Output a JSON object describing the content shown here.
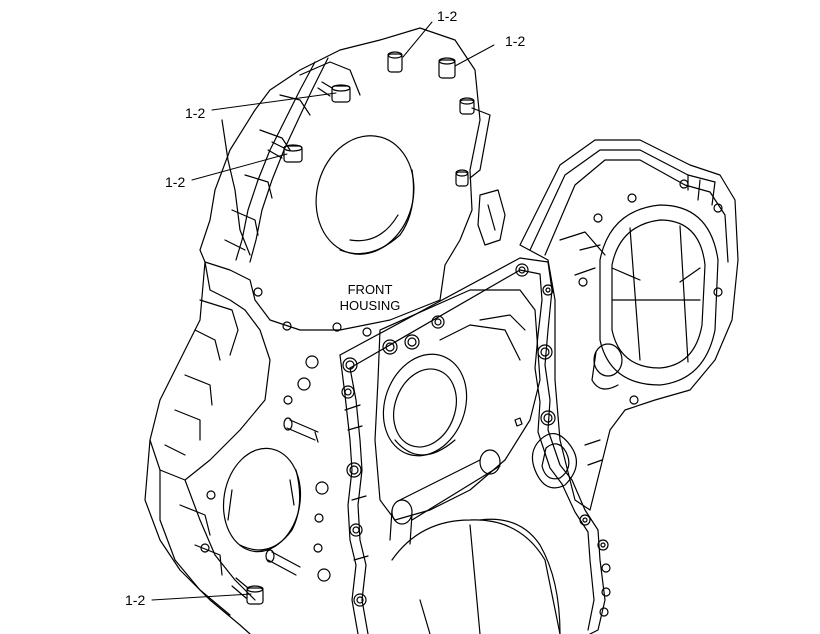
{
  "colors": {
    "line": "#000000",
    "background": "#ffffff"
  },
  "callouts": [
    {
      "text": "1-2"
    },
    {
      "text": "1-2"
    },
    {
      "text": "1-2"
    },
    {
      "text": "1-2"
    },
    {
      "text": "1-2"
    }
  ],
  "front_housing": {
    "line1": "FRONT",
    "line2": "HOUSING"
  }
}
